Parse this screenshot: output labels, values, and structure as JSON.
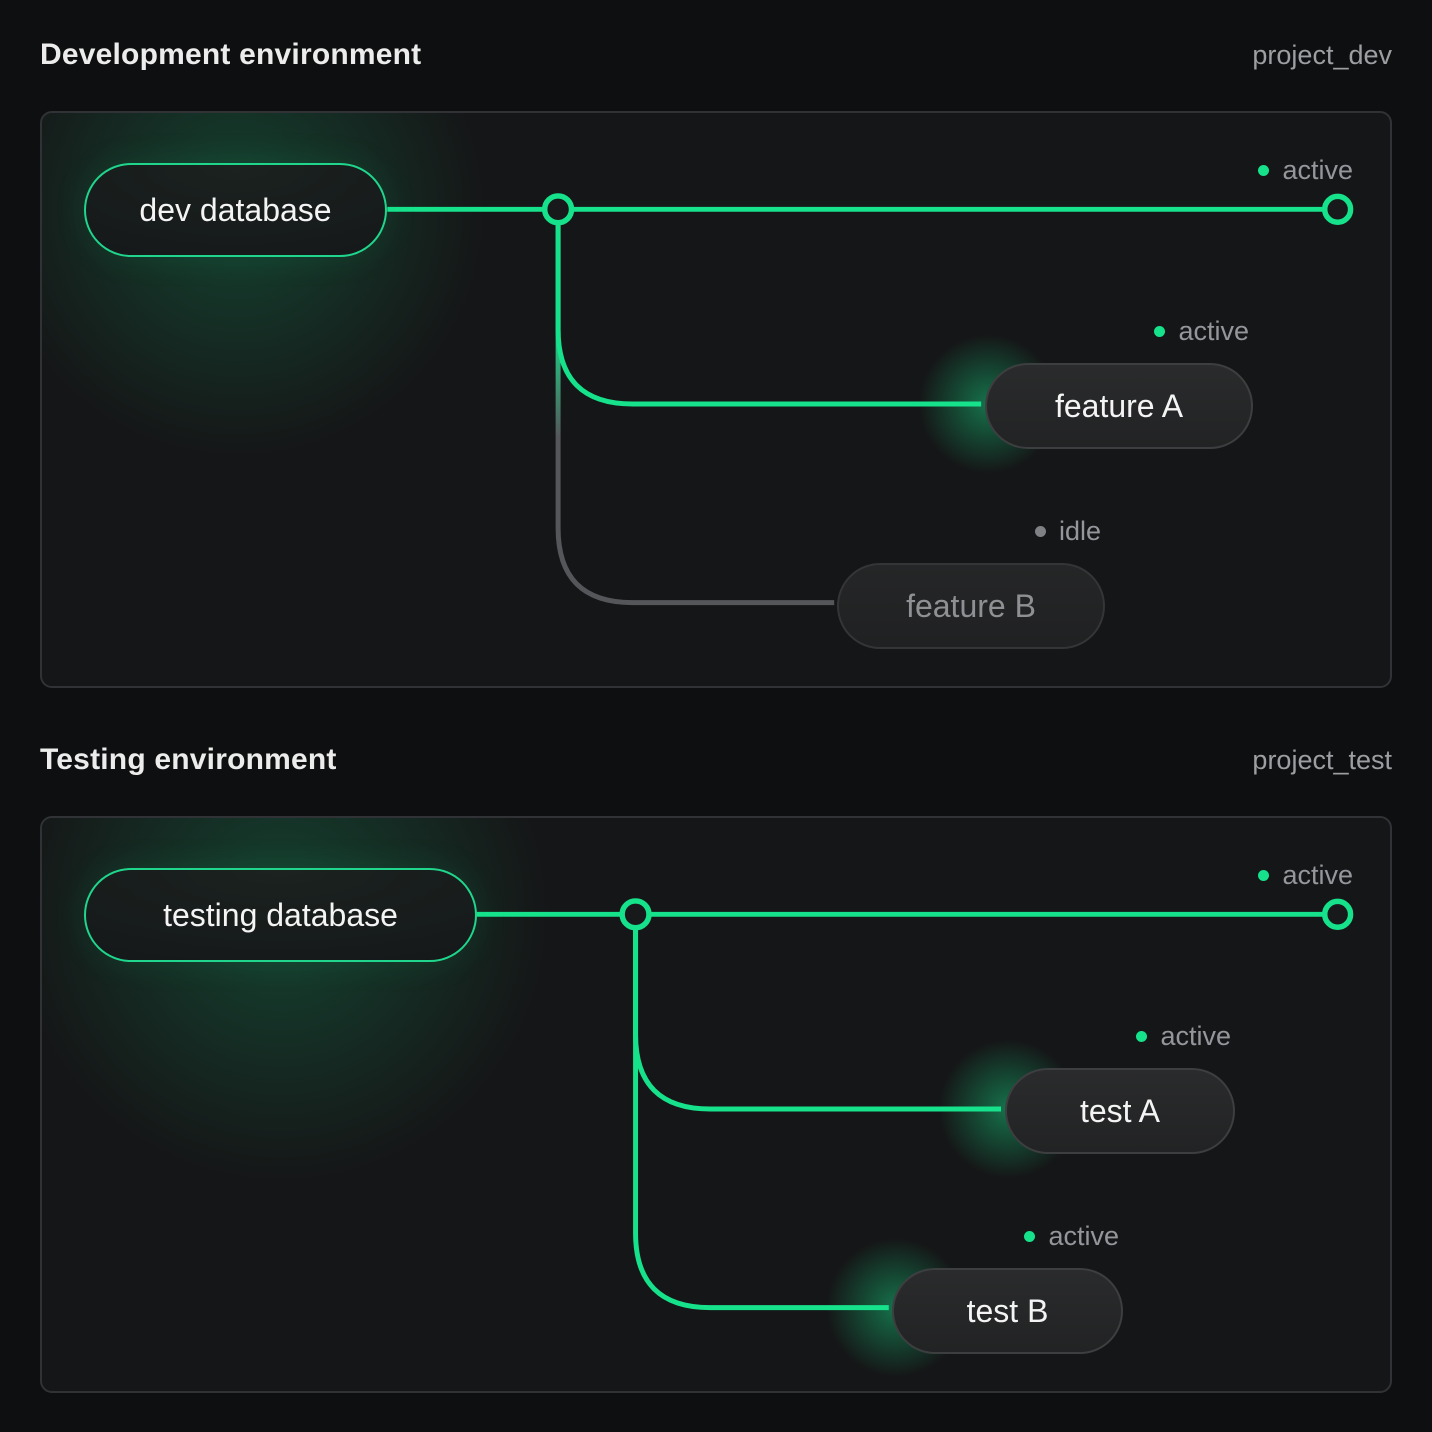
{
  "colors": {
    "accent_green": "#16e28b",
    "idle_gray_line": "#55565a",
    "panel_border": "#303236",
    "status_text": "#94969b",
    "background": "#0e0f10"
  },
  "panels": [
    {
      "title": "Development environment",
      "project": "project_dev",
      "root_label": "dev database",
      "main_status": "active",
      "branches": [
        {
          "label": "feature A",
          "status": "active"
        },
        {
          "label": "feature B",
          "status": "idle"
        }
      ]
    },
    {
      "title": "Testing environment",
      "project": "project_test",
      "root_label": "testing database",
      "main_status": "active",
      "branches": [
        {
          "label": "test A",
          "status": "active"
        },
        {
          "label": "test B",
          "status": "active"
        }
      ]
    }
  ]
}
